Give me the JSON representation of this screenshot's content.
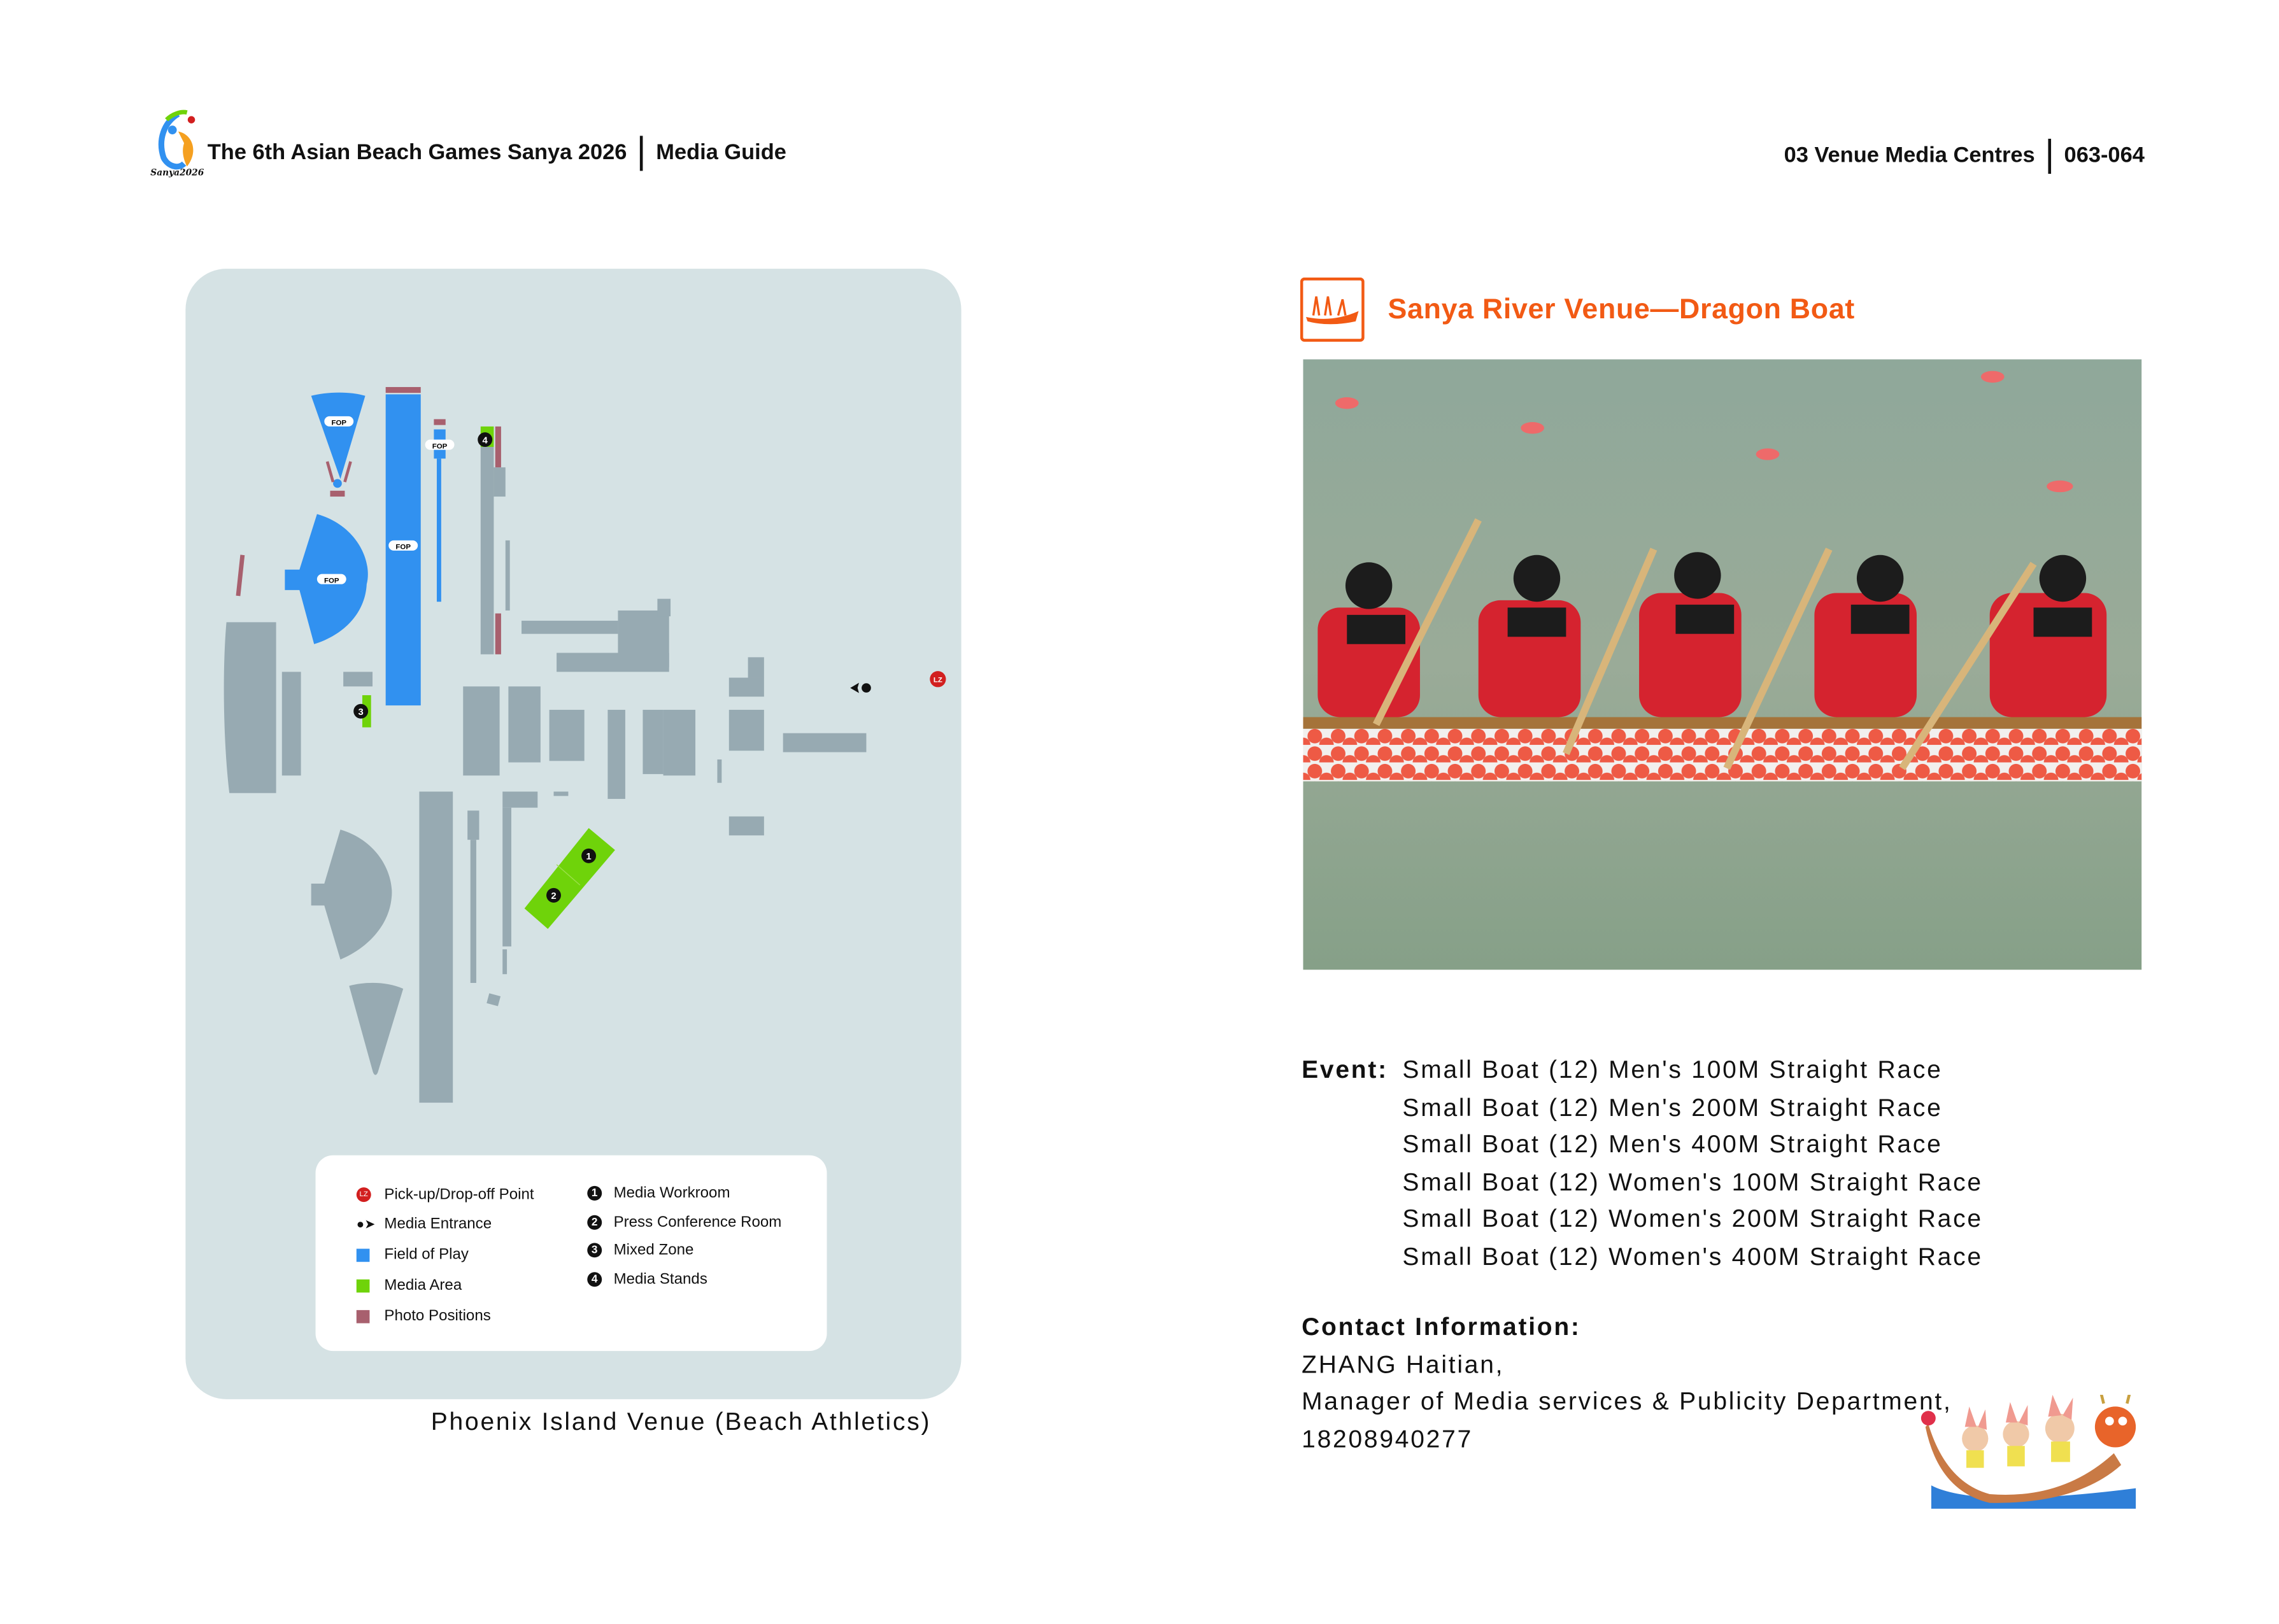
{
  "header": {
    "title": "The 6th Asian Beach Games Sanya 2026",
    "subtitle": "Media Guide",
    "section": "03 Venue Media Centres",
    "pages": "063-064",
    "logo_text": "Sanya 2026"
  },
  "map": {
    "caption": "Phoenix Island Venue (Beach Athletics)",
    "fop_label": "FOP",
    "lz_label": "LZ",
    "markers": [
      "1",
      "2",
      "3",
      "4"
    ],
    "legend_left": [
      {
        "icon": "lz-icon",
        "label": "Pick-up/Drop-off Point"
      },
      {
        "icon": "media-entrance-icon",
        "label": "Media Entrance"
      },
      {
        "icon": "field-of-play-swatch",
        "label": "Field of Play",
        "color": "#3191f0"
      },
      {
        "icon": "media-area-swatch",
        "label": "Media Area",
        "color": "#6fd30a"
      },
      {
        "icon": "photo-positions-swatch",
        "label": "Photo Positions",
        "color": "#a8606e"
      }
    ],
    "legend_right": [
      {
        "num": "1",
        "label": "Media Workroom"
      },
      {
        "num": "2",
        "label": "Press Conference Room"
      },
      {
        "num": "3",
        "label": "Mixed Zone"
      },
      {
        "num": "4",
        "label": "Media Stands"
      }
    ],
    "colors": {
      "background": "#d5e2e4",
      "building": "#97aab2",
      "fop": "#3191f0",
      "media": "#6fd30a",
      "photo": "#a8606e",
      "lz": "#d21f1f"
    }
  },
  "venue": {
    "title": "Sanya River Venue—Dragon Boat",
    "accent": "#f25a14",
    "event_label": "Event:",
    "events": [
      "Small Boat (12) Men's 100M Straight Race",
      "Small Boat (12) Men's 200M Straight Race",
      "Small Boat (12) Men's 400M Straight Race",
      "Small Boat (12) Women's 100M Straight Race",
      "Small Boat (12) Women's 200M Straight Race",
      "Small Boat (12) Women's 400M Straight Race"
    ],
    "contact_label": "Contact Information:",
    "contact_name": "ZHANG Haitian,",
    "contact_role": "Manager of Media services & Publicity Department,",
    "contact_phone": "18208940277"
  }
}
